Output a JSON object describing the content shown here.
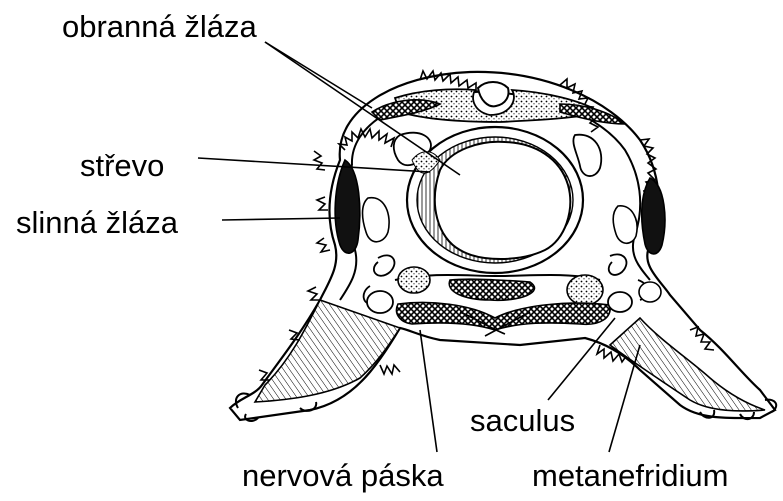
{
  "labels": {
    "obranna_zlaza": "obranná žláza",
    "strevo": "střevo",
    "slinna_zlaza": "slinná žláza",
    "saculus": "saculus",
    "nervova_paska": "nervová páska",
    "metanefridium": "metanefridium"
  },
  "colors": {
    "ink": "#000000",
    "background": "#ffffff"
  }
}
